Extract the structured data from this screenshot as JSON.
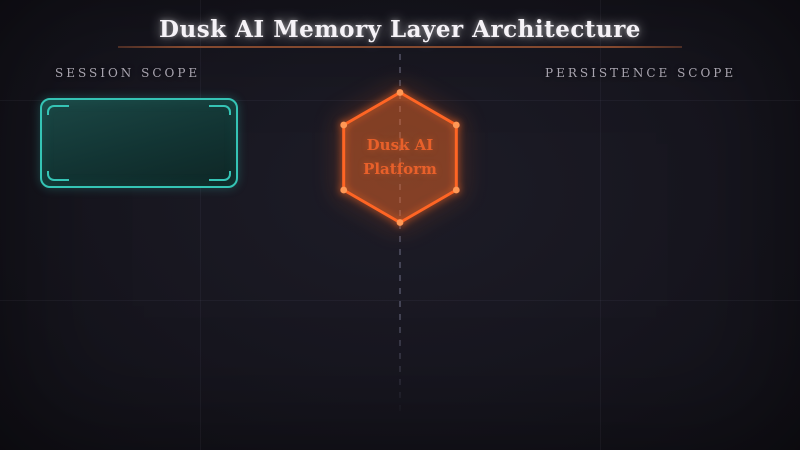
{
  "header": {
    "title": "Dusk AI Memory Layer Architecture"
  },
  "scopes": {
    "left_label": "SESSION SCOPE",
    "right_label": "PERSISTENCE SCOPE"
  },
  "nodes": {
    "platform": {
      "label": "Dusk AI\nPlatform"
    },
    "session_box": {
      "label": ""
    }
  },
  "colors": {
    "background": "#17161f",
    "title_text": "#f5f2f7",
    "title_underline": "#83492f",
    "scope_label_text": "#a9a5b0",
    "session_node_border": "#35c4b5",
    "session_node_fill_top": "#1b4745",
    "session_node_fill_bottom": "#0e2625",
    "hex_border": "#ff6524",
    "hex_fill": "rgba(240,110,45,0.22)",
    "hex_vertex_dot": "#ff9855",
    "hex_label_text": "#e8602a",
    "divider_dash": "#4c4c5e"
  }
}
